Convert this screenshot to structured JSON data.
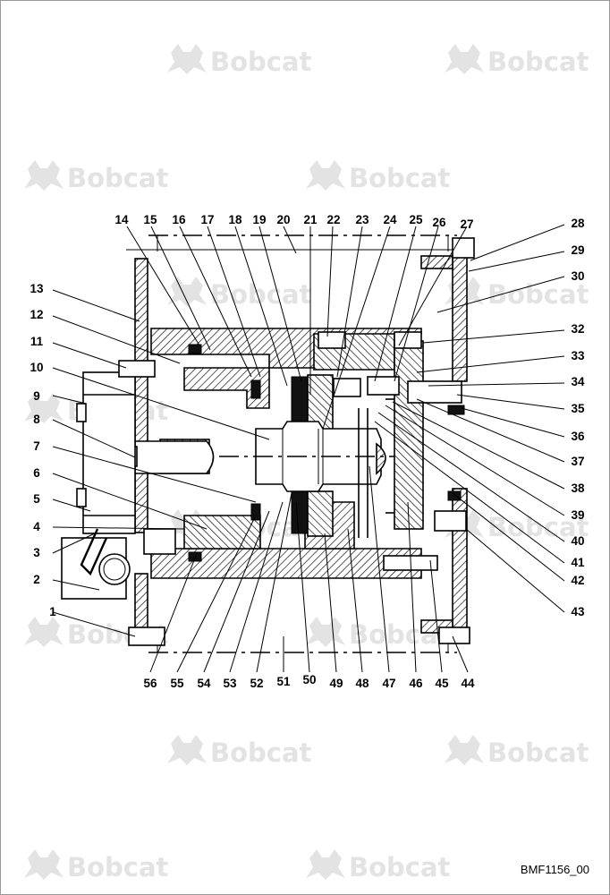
{
  "watermark": {
    "brand": "Bobcat"
  },
  "figure_code": "BMF1156_00",
  "callouts": {
    "top": [
      "14",
      "15",
      "16",
      "17",
      "18",
      "19",
      "20",
      "21",
      "22",
      "23",
      "24",
      "25",
      "26",
      "27"
    ],
    "right": [
      "28",
      "29",
      "30",
      "32",
      "33",
      "34",
      "35",
      "36",
      "37",
      "38",
      "39",
      "40",
      "41",
      "42",
      "43"
    ],
    "left": [
      "13",
      "12",
      "11",
      "10",
      "9",
      "8",
      "7",
      "6",
      "5",
      "4",
      "3",
      "2",
      "1"
    ],
    "bottom": [
      "56",
      "55",
      "54",
      "53",
      "52",
      "51",
      "50",
      "49",
      "48",
      "47",
      "46",
      "45",
      "44"
    ]
  }
}
